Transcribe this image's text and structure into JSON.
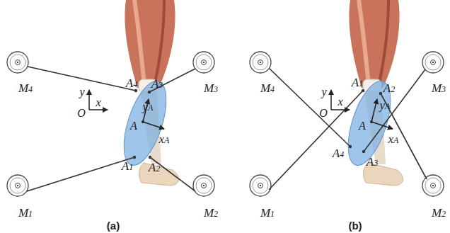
{
  "diagram": {
    "labels": [
      "M4",
      "A4",
      "A3",
      "M3",
      "y",
      "O",
      "x",
      "yA",
      "A",
      "xA",
      "A1",
      "A2",
      "M1",
      "M2",
      "(a)",
      "M4",
      "A1",
      "A2",
      "M3",
      "y",
      "O",
      "x",
      "yA",
      "A",
      "xA",
      "A4",
      "A3",
      "M1",
      "M2",
      "(b)"
    ]
  }
}
